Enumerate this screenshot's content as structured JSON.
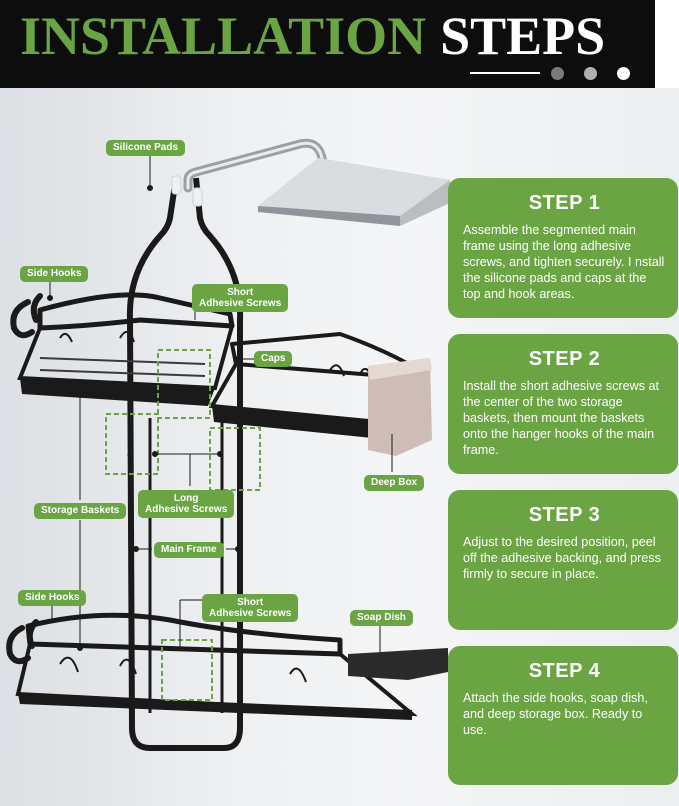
{
  "header": {
    "title_word1": "INSTALLATION",
    "title_word2": "STEPS"
  },
  "colors": {
    "accent_green": "#6aa443",
    "banner_black": "#0d0d0d",
    "frame_black": "#1a1a1a"
  },
  "labels": {
    "silicone_pads": "Silicone Pads",
    "side_hooks_top": "Side Hooks",
    "short_screws_top_l1": "Short",
    "short_screws_top_l2": "Adhesive Screws",
    "caps": "Caps",
    "long_screws_l1": "Long",
    "long_screws_l2": "Adhesive Screws",
    "deep_box": "Deep Box",
    "storage_baskets": "Storage Baskets",
    "main_frame": "Main Frame",
    "side_hooks_bottom": "Side Hooks",
    "short_screws_bottom_l1": "Short",
    "short_screws_bottom_l2": "Adhesive Screws",
    "soap_dish": "Soap Dish"
  },
  "steps": [
    {
      "title": "STEP 1",
      "text": "Assemble the segmented main frame using the long adhesive screws, and tighten securely. I nstall the silicone pads and caps at the top and hook areas."
    },
    {
      "title": "STEP 2",
      "text": "Install the short adhesive screws at the center of the two storage baskets, then mount the baskets onto the hanger hooks of the main frame."
    },
    {
      "title": "STEP 3",
      "text": "Adjust to the desired position, peel off the adhesive backing, and press firmly to secure in place."
    },
    {
      "title": "STEP 4",
      "text": "Attach the side hooks, soap dish, and deep storage box. Ready to use."
    }
  ]
}
